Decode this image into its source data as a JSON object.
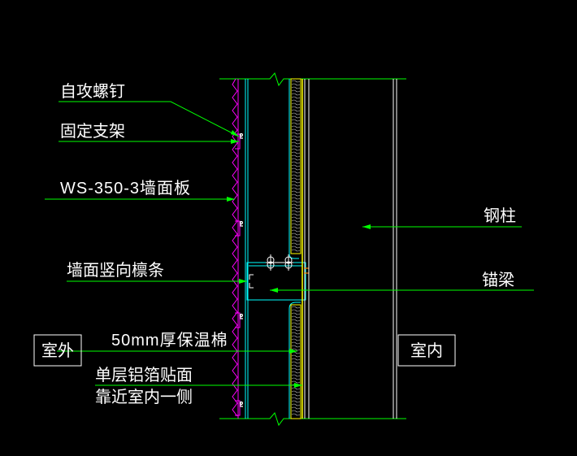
{
  "labels": {
    "self_tapping_screw": "自攻螺钉",
    "fixed_bracket": "固定支架",
    "wall_panel": "WS-350-3墙面板",
    "vertical_purlin": "墙面竖向檩条",
    "insulation": "50mm厚保温棉",
    "foil_line1": "单层铝箔贴面",
    "foil_line2": "靠近室内一侧",
    "steel_column": "钢柱",
    "anchor_beam": "锚梁",
    "outdoor": "室外",
    "indoor": "室内"
  },
  "colors": {
    "background": "#000000",
    "leader": "#00ff00",
    "panel": "#ff00ff",
    "structure": "#00ffff",
    "insulation": "#ffff00",
    "text": "#ffffff"
  }
}
